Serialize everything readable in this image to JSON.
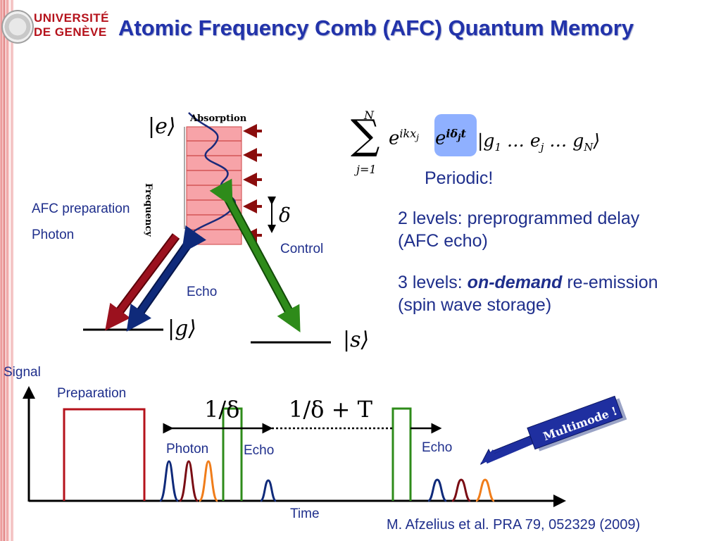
{
  "logo": {
    "line1": "UNIVERSITÉ",
    "line2": "DE GENÈVE"
  },
  "title": "Atomic Frequency Comb (AFC) Quantum Memory",
  "level_diagram": {
    "state_e": "|e⟩",
    "state_g": "|g⟩",
    "state_s": "|s⟩",
    "absorption_label": "Absorption",
    "frequency_label": "Frequency",
    "delta_symbol": "δ",
    "afc_prep_label": "AFC preparation",
    "photon_label": "Photon",
    "control_label": "Control",
    "echo_label": "Echo"
  },
  "equation": {
    "sum_upper": "N",
    "sum_lower": "j=1",
    "term1": "e^{ikx_j}",
    "term2_highlighted": "e^{iδ_j t}",
    "ket": "|g_1 … e_j … g_N⟩",
    "periodic_label": "Periodic!"
  },
  "notes": {
    "two_levels": "2 levels: preprogrammed delay (AFC echo)",
    "three_levels_prefix": "3 levels: ",
    "three_levels_emph": "on-demand",
    "three_levels_suffix": " re-emission (spin wave storage)"
  },
  "timeline": {
    "signal_label": "Signal",
    "time_label": "Time",
    "preparation_label": "Preparation",
    "photon_label": "Photon",
    "echo_label_1": "Echo",
    "echo_label_2": "Echo",
    "interval_1": "1/δ",
    "interval_2": "1/δ + T",
    "multimode_label": "Multimode !"
  },
  "citation": "M. Afzelius et al. PRA 79, 052329 (2009)",
  "colors": {
    "title": "#2233aa",
    "text": "#1f2f8c",
    "red_arrow": "#9b111e",
    "blue_arrow": "#0f2a7a",
    "green_arrow": "#2e8b1a",
    "orange_pulse": "#f07d1a",
    "comb_fill": "#f7a3a8",
    "highlight": "#8fb0ff",
    "multimode_box": "#1f2fa0"
  }
}
